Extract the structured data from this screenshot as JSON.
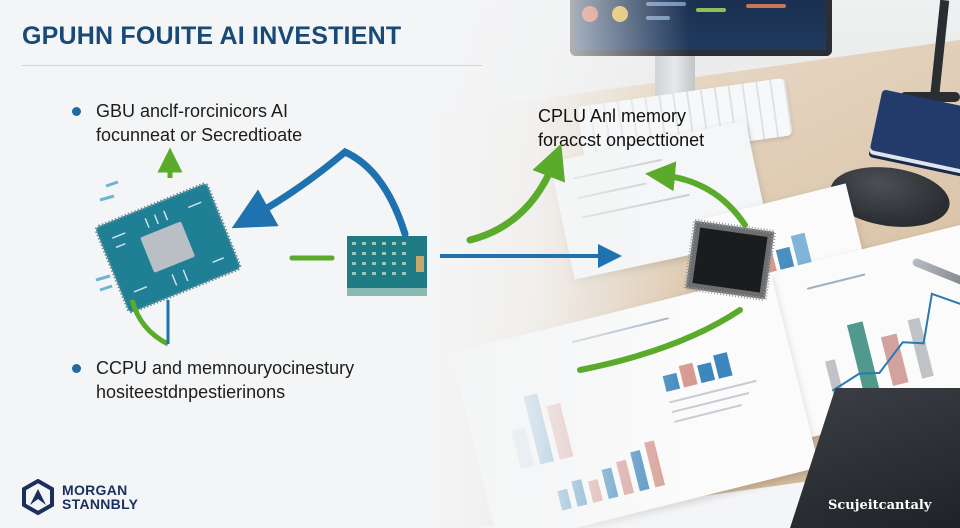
{
  "header": {
    "title": "GPUHN FOUITE  AI INVESTIENT"
  },
  "bullets": [
    {
      "line1": "GBU anclf-rorcinicors AI",
      "line2": "focunneat or Secredtioate"
    },
    {
      "line1": "CCPU and memnouryocinestury",
      "line2": "hositeestdnpestierinons"
    }
  ],
  "callout": {
    "line1": "CPLU Anl memory",
    "line2": "foraccst onpecttionet"
  },
  "brand": {
    "line1": "MORGAN",
    "line2": "STANNBLY",
    "icon": "hexagon-mountain-logo-icon"
  },
  "watermark": "Scujeitcantaly",
  "diagram": {
    "nodes": [
      "gpu-chip",
      "memory-module",
      "cpu-chip"
    ],
    "arrows": [
      {
        "from": "memory-module",
        "to": "gpu-chip",
        "color": "#1f72b0"
      },
      {
        "from": "memory-module",
        "to": "cpu-chip",
        "color": "#1f72b0"
      },
      {
        "from": "gpu-chip",
        "direction": "up",
        "color": "#5aab2b"
      },
      {
        "from": "cpu-chip",
        "direction": "up-left",
        "color": "#5aab2b"
      }
    ]
  },
  "colors": {
    "title": "#174a78",
    "accent_blue": "#1f72b0",
    "accent_green": "#5aab2b",
    "chip_teal": "#1e7f95",
    "chip_dark": "#1b1c1e",
    "brand_navy": "#1a2f5e"
  }
}
